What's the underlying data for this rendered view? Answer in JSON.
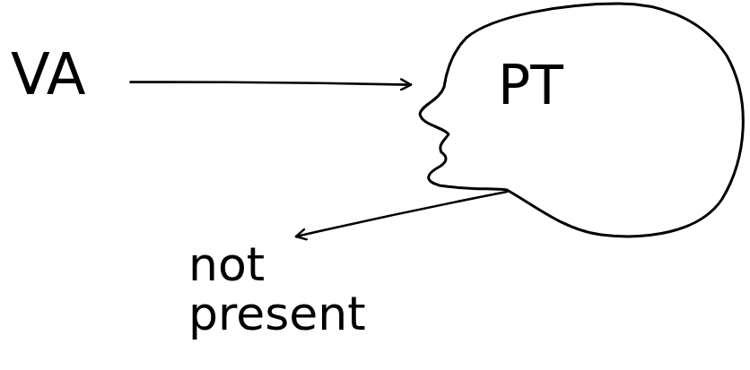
{
  "diagram": {
    "nodes": [
      {
        "text": [
          "VA"
        ]
      },
      {
        "text": [
          "PT"
        ]
      },
      {
        "text": [
          "not present"
        ]
      }
    ],
    "edges": [
      {
        "from": 0,
        "to": 1,
        "arrow": "to"
      },
      {
        "from": 1,
        "to": 2,
        "arrow": "to"
      }
    ]
  }
}
